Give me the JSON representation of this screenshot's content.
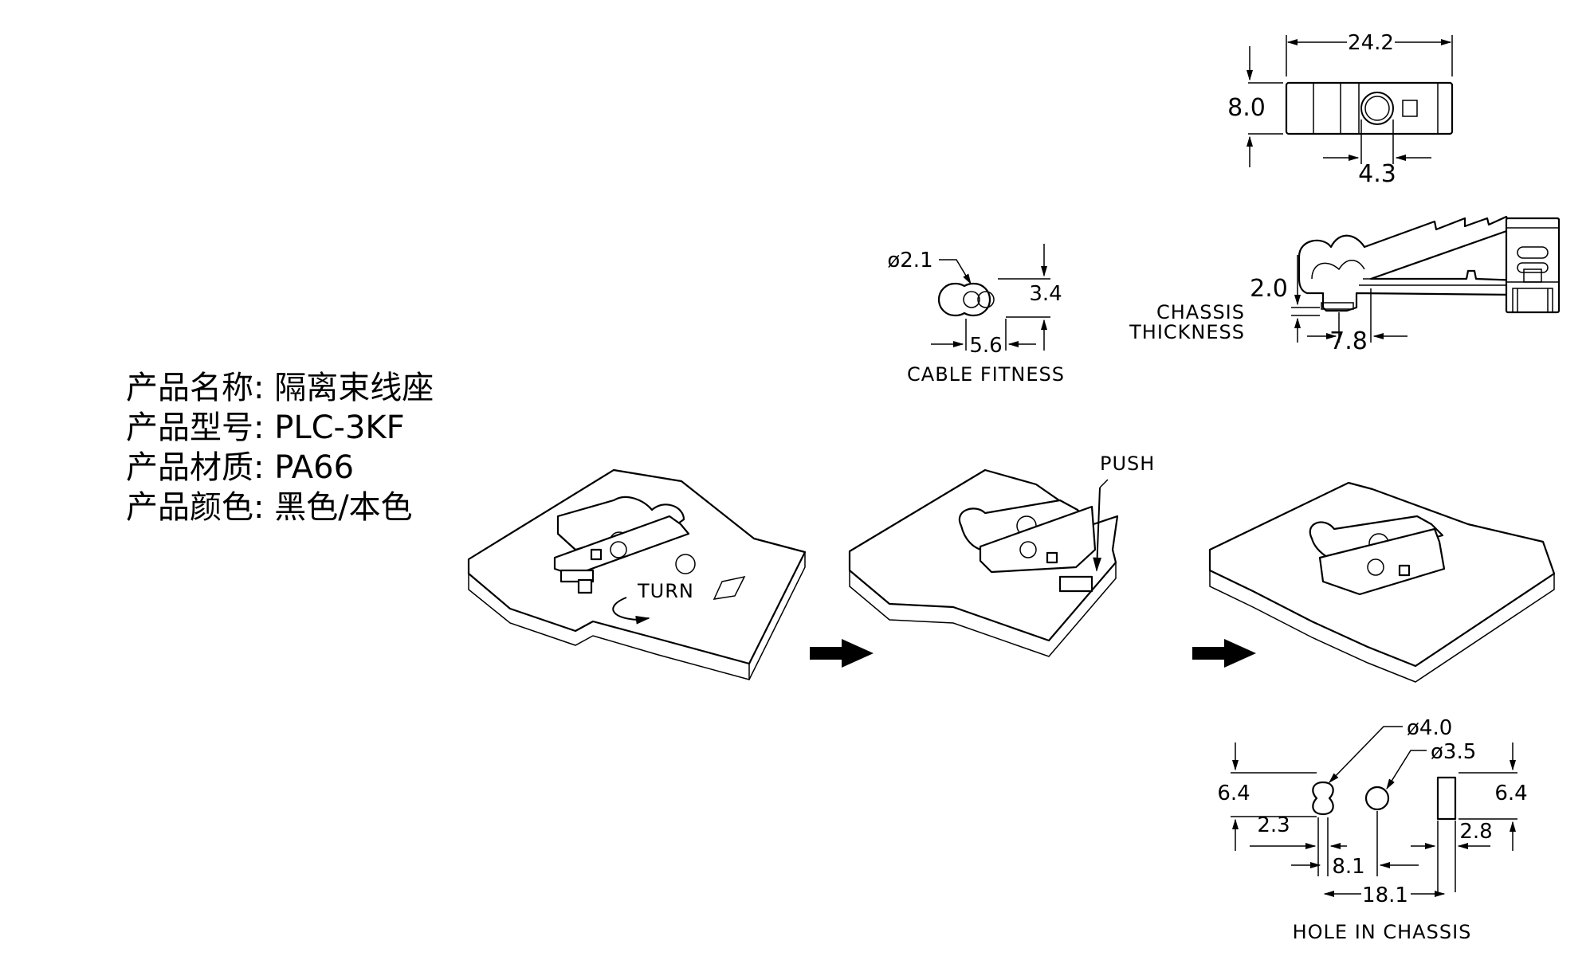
{
  "product_info": [
    {
      "label": "产品名称:",
      "value": "隔离束线座"
    },
    {
      "label": "产品型号:",
      "value": "PLC-3KF"
    },
    {
      "label": "产品材质:",
      "value": "PA66"
    },
    {
      "label": "产品颜色:",
      "value": "黑色/本色"
    }
  ],
  "dimensions": {
    "top_width": "24.2",
    "top_height": "8.0",
    "top_hole": "4.3",
    "cable_dia": "ø2.1",
    "cable_height": "3.4",
    "cable_width": "5.6",
    "side_thickness": "2.0",
    "side_length": "7.8",
    "hole_dia_a": "ø4.0",
    "hole_dia_b": "ø3.5",
    "hole_left_height": "6.4",
    "hole_right_height": "6.4",
    "hole_left_offset": "2.3",
    "hole_right_offset": "2.8",
    "hole_spacing_a": "8.1",
    "hole_spacing_b": "18.1"
  },
  "captions": {
    "cable_fitness": "CABLE FITNESS",
    "chassis_line1": "CHASSIS",
    "chassis_line2": "THICKNESS",
    "hole_in_chassis": "HOLE IN CHASSIS",
    "turn": "TURN",
    "push": "PUSH"
  }
}
